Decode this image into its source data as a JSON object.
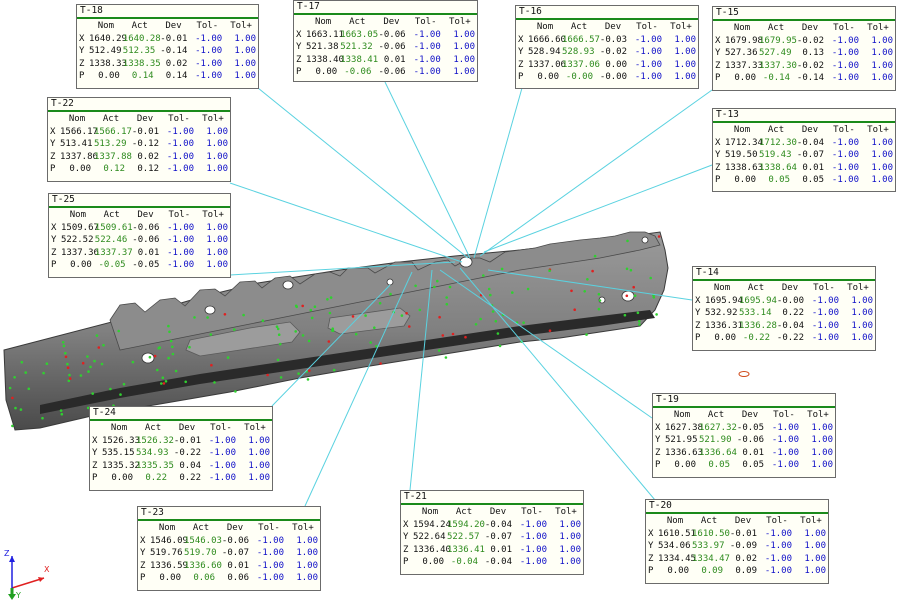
{
  "headers": [
    "Nom",
    "Act",
    "Dev",
    "Tol-",
    "Tol+"
  ],
  "colors": {
    "leader": "#5ad2e0",
    "act": "#2e8b1e",
    "tol": "#1010c8",
    "title_rule": "#1a8a1a",
    "part": "#7a7a7a"
  },
  "triad": {
    "x_label": "X",
    "y_label": "Y",
    "z_label": "Z",
    "x_color": "#e02020",
    "y_color": "#20a020",
    "z_color": "#2020e0"
  },
  "labels": [
    {
      "id": "T-18",
      "rows": [
        {
          "axis": "X",
          "nom": "1640.29",
          "act": "1640.28",
          "dev": "-0.01",
          "tolm": "-1.00",
          "tolp": "1.00"
        },
        {
          "axis": "Y",
          "nom": "512.49",
          "act": "512.35",
          "dev": "-0.14",
          "tolm": "-1.00",
          "tolp": "1.00"
        },
        {
          "axis": "Z",
          "nom": "1338.33",
          "act": "1338.35",
          "dev": "0.02",
          "tolm": "-1.00",
          "tolp": "1.00"
        },
        {
          "axis": "P",
          "nom": "0.00",
          "act": "0.14",
          "dev": "0.14",
          "tolm": "-1.00",
          "tolp": "1.00"
        }
      ]
    },
    {
      "id": "T-17",
      "rows": [
        {
          "axis": "X",
          "nom": "1663.11",
          "act": "1663.05",
          "dev": "-0.06",
          "tolm": "-1.00",
          "tolp": "1.00"
        },
        {
          "axis": "Y",
          "nom": "521.38",
          "act": "521.32",
          "dev": "-0.06",
          "tolm": "-1.00",
          "tolp": "1.00"
        },
        {
          "axis": "Z",
          "nom": "1338.40",
          "act": "1338.41",
          "dev": "0.01",
          "tolm": "-1.00",
          "tolp": "1.00"
        },
        {
          "axis": "P",
          "nom": "0.00",
          "act": "-0.06",
          "dev": "-0.06",
          "tolm": "-1.00",
          "tolp": "1.00"
        }
      ]
    },
    {
      "id": "T-16",
      "rows": [
        {
          "axis": "X",
          "nom": "1666.60",
          "act": "1666.57",
          "dev": "-0.03",
          "tolm": "-1.00",
          "tolp": "1.00"
        },
        {
          "axis": "Y",
          "nom": "528.94",
          "act": "528.93",
          "dev": "-0.02",
          "tolm": "-1.00",
          "tolp": "1.00"
        },
        {
          "axis": "Z",
          "nom": "1337.06",
          "act": "1337.06",
          "dev": "0.00",
          "tolm": "-1.00",
          "tolp": "1.00"
        },
        {
          "axis": "P",
          "nom": "0.00",
          "act": "-0.00",
          "dev": "-0.00",
          "tolm": "-1.00",
          "tolp": "1.00"
        }
      ]
    },
    {
      "id": "T-15",
      "rows": [
        {
          "axis": "X",
          "nom": "1679.98",
          "act": "1679.95",
          "dev": "-0.02",
          "tolm": "-1.00",
          "tolp": "1.00"
        },
        {
          "axis": "Y",
          "nom": "527.36",
          "act": "527.49",
          "dev": "0.13",
          "tolm": "-1.00",
          "tolp": "1.00"
        },
        {
          "axis": "Z",
          "nom": "1337.33",
          "act": "1337.30",
          "dev": "-0.02",
          "tolm": "-1.00",
          "tolp": "1.00"
        },
        {
          "axis": "P",
          "nom": "0.00",
          "act": "-0.14",
          "dev": "-0.14",
          "tolm": "-1.00",
          "tolp": "1.00"
        }
      ]
    },
    {
      "id": "T-22",
      "rows": [
        {
          "axis": "X",
          "nom": "1566.17",
          "act": "1566.17",
          "dev": "-0.01",
          "tolm": "-1.00",
          "tolp": "1.00"
        },
        {
          "axis": "Y",
          "nom": "513.41",
          "act": "513.29",
          "dev": "-0.12",
          "tolm": "-1.00",
          "tolp": "1.00"
        },
        {
          "axis": "Z",
          "nom": "1337.86",
          "act": "1337.88",
          "dev": "0.02",
          "tolm": "-1.00",
          "tolp": "1.00"
        },
        {
          "axis": "P",
          "nom": "0.00",
          "act": "0.12",
          "dev": "0.12",
          "tolm": "-1.00",
          "tolp": "1.00"
        }
      ]
    },
    {
      "id": "T-13",
      "rows": [
        {
          "axis": "X",
          "nom": "1712.34",
          "act": "1712.30",
          "dev": "-0.04",
          "tolm": "-1.00",
          "tolp": "1.00"
        },
        {
          "axis": "Y",
          "nom": "519.50",
          "act": "519.43",
          "dev": "-0.07",
          "tolm": "-1.00",
          "tolp": "1.00"
        },
        {
          "axis": "Z",
          "nom": "1338.63",
          "act": "1338.64",
          "dev": "0.01",
          "tolm": "-1.00",
          "tolp": "1.00"
        },
        {
          "axis": "P",
          "nom": "0.00",
          "act": "0.05",
          "dev": "0.05",
          "tolm": "-1.00",
          "tolp": "1.00"
        }
      ]
    },
    {
      "id": "T-25",
      "rows": [
        {
          "axis": "X",
          "nom": "1509.67",
          "act": "1509.61",
          "dev": "-0.06",
          "tolm": "-1.00",
          "tolp": "1.00"
        },
        {
          "axis": "Y",
          "nom": "522.52",
          "act": "522.46",
          "dev": "-0.06",
          "tolm": "-1.00",
          "tolp": "1.00"
        },
        {
          "axis": "Z",
          "nom": "1337.36",
          "act": "1337.37",
          "dev": "0.01",
          "tolm": "-1.00",
          "tolp": "1.00"
        },
        {
          "axis": "P",
          "nom": "0.00",
          "act": "-0.05",
          "dev": "-0.05",
          "tolm": "-1.00",
          "tolp": "1.00"
        }
      ]
    },
    {
      "id": "T-14",
      "rows": [
        {
          "axis": "X",
          "nom": "1695.94",
          "act": "1695.94",
          "dev": "-0.00",
          "tolm": "-1.00",
          "tolp": "1.00"
        },
        {
          "axis": "Y",
          "nom": "532.92",
          "act": "533.14",
          "dev": "0.22",
          "tolm": "-1.00",
          "tolp": "1.00"
        },
        {
          "axis": "Z",
          "nom": "1336.31",
          "act": "1336.28",
          "dev": "-0.04",
          "tolm": "-1.00",
          "tolp": "1.00"
        },
        {
          "axis": "P",
          "nom": "0.00",
          "act": "-0.22",
          "dev": "-0.22",
          "tolm": "-1.00",
          "tolp": "1.00"
        }
      ]
    },
    {
      "id": "T-24",
      "rows": [
        {
          "axis": "X",
          "nom": "1526.33",
          "act": "1526.32",
          "dev": "-0.01",
          "tolm": "-1.00",
          "tolp": "1.00"
        },
        {
          "axis": "Y",
          "nom": "535.15",
          "act": "534.93",
          "dev": "-0.22",
          "tolm": "-1.00",
          "tolp": "1.00"
        },
        {
          "axis": "Z",
          "nom": "1335.32",
          "act": "1335.35",
          "dev": "0.04",
          "tolm": "-1.00",
          "tolp": "1.00"
        },
        {
          "axis": "P",
          "nom": "0.00",
          "act": "0.22",
          "dev": "0.22",
          "tolm": "-1.00",
          "tolp": "1.00"
        }
      ]
    },
    {
      "id": "T-19",
      "rows": [
        {
          "axis": "X",
          "nom": "1627.38",
          "act": "1627.32",
          "dev": "-0.05",
          "tolm": "-1.00",
          "tolp": "1.00"
        },
        {
          "axis": "Y",
          "nom": "521.95",
          "act": "521.90",
          "dev": "-0.06",
          "tolm": "-1.00",
          "tolp": "1.00"
        },
        {
          "axis": "Z",
          "nom": "1336.63",
          "act": "1336.64",
          "dev": "0.01",
          "tolm": "-1.00",
          "tolp": "1.00"
        },
        {
          "axis": "P",
          "nom": "0.00",
          "act": "0.05",
          "dev": "0.05",
          "tolm": "-1.00",
          "tolp": "1.00"
        }
      ]
    },
    {
      "id": "T-21",
      "rows": [
        {
          "axis": "X",
          "nom": "1594.24",
          "act": "1594.20",
          "dev": "-0.04",
          "tolm": "-1.00",
          "tolp": "1.00"
        },
        {
          "axis": "Y",
          "nom": "522.64",
          "act": "522.57",
          "dev": "-0.07",
          "tolm": "-1.00",
          "tolp": "1.00"
        },
        {
          "axis": "Z",
          "nom": "1336.40",
          "act": "1336.41",
          "dev": "0.01",
          "tolm": "-1.00",
          "tolp": "1.00"
        },
        {
          "axis": "P",
          "nom": "0.00",
          "act": "-0.04",
          "dev": "-0.04",
          "tolm": "-1.00",
          "tolp": "1.00"
        }
      ]
    },
    {
      "id": "T-23",
      "rows": [
        {
          "axis": "X",
          "nom": "1546.09",
          "act": "1546.03",
          "dev": "-0.06",
          "tolm": "-1.00",
          "tolp": "1.00"
        },
        {
          "axis": "Y",
          "nom": "519.76",
          "act": "519.70",
          "dev": "-0.07",
          "tolm": "-1.00",
          "tolp": "1.00"
        },
        {
          "axis": "Z",
          "nom": "1336.59",
          "act": "1336.60",
          "dev": "0.01",
          "tolm": "-1.00",
          "tolp": "1.00"
        },
        {
          "axis": "P",
          "nom": "0.00",
          "act": "0.06",
          "dev": "0.06",
          "tolm": "-1.00",
          "tolp": "1.00"
        }
      ]
    },
    {
      "id": "T-20",
      "rows": [
        {
          "axis": "X",
          "nom": "1610.51",
          "act": "1610.50",
          "dev": "-0.01",
          "tolm": "-1.00",
          "tolp": "1.00"
        },
        {
          "axis": "Y",
          "nom": "534.06",
          "act": "533.97",
          "dev": "-0.09",
          "tolm": "-1.00",
          "tolp": "1.00"
        },
        {
          "axis": "Z",
          "nom": "1334.45",
          "act": "1334.47",
          "dev": "0.02",
          "tolm": "-1.00",
          "tolp": "1.00"
        },
        {
          "axis": "P",
          "nom": "0.00",
          "act": "0.09",
          "dev": "0.09",
          "tolm": "-1.00",
          "tolp": "1.00"
        }
      ]
    }
  ]
}
